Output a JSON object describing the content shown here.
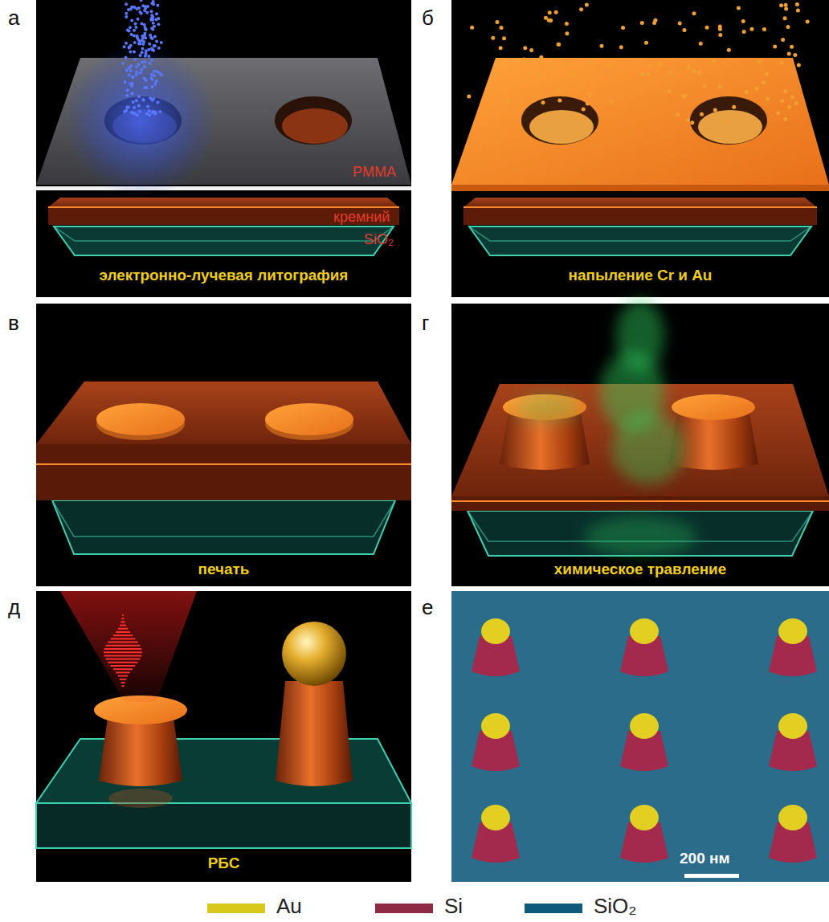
{
  "diagram": {
    "nodes": [
      {
        "text": [
          "а",
          "электронно-лучевая литография",
          "PMMA",
          "кремний",
          "SiO₂"
        ]
      },
      {
        "text": [
          "б",
          "напыление Cr и Au"
        ]
      },
      {
        "text": [
          "в",
          "печать"
        ]
      },
      {
        "text": [
          "г",
          "химическое травление"
        ]
      },
      {
        "text": [
          "д",
          "РБС"
        ]
      },
      {
        "text": [
          "е",
          "200 нм"
        ]
      }
    ],
    "legend": [
      {
        "text": "Au",
        "color": "#d8c81c"
      },
      {
        "text": "Si",
        "color": "#8e2a44"
      },
      {
        "text": "SiO₂",
        "color": "#0e5a7c"
      }
    ]
  }
}
